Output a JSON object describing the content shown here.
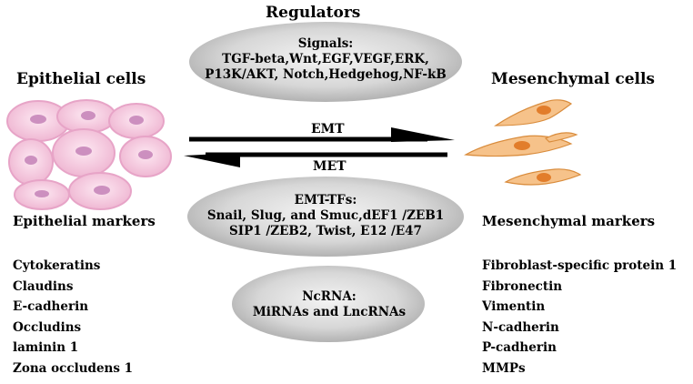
{
  "title": "Regulators",
  "left": {
    "heading": "Epithelial cells",
    "markers_heading": "Epithelial markers",
    "markers": [
      "Cytokeratins",
      "Claudins",
      "E-cadherin",
      "Occludins",
      "laminin 1",
      "Zona occludens 1"
    ]
  },
  "right": {
    "heading": "Mesenchymal cells",
    "markers_heading": "Mesenchymal markers",
    "markers": [
      "Fibroblast-specific protein 1",
      "Fibronectin",
      "Vimentin",
      "N-cadherin",
      "P-cadherin",
      "MMPs"
    ]
  },
  "signals": {
    "lines": [
      "Signals:",
      "TGF-beta,Wnt,EGF,VEGF,ERK,",
      "P13K/AKT, Notch,Hedgehog,NF-kB"
    ]
  },
  "emt_tfs": {
    "lines": [
      "EMT-TFs:",
      "Snail, Slug, and Smuc,dEF1 /ZEB1",
      "SIP1 /ZEB2, Twist, E12 /E47"
    ]
  },
  "ncrna": {
    "lines": [
      "NcRNA:",
      "MiRNAs and LncRNAs"
    ]
  },
  "arrows": {
    "forward": "EMT",
    "backward": "MET"
  },
  "colors": {
    "epithelial_fill": "#f3c6dd",
    "epithelial_nucleus": "#cc8fbf",
    "mesenchymal_fill": "#f6c28a",
    "mesenchymal_nucleus": "#e27d2b",
    "ellipse_center": "#f2f2f2",
    "ellipse_edge": "#a9a9a9"
  }
}
